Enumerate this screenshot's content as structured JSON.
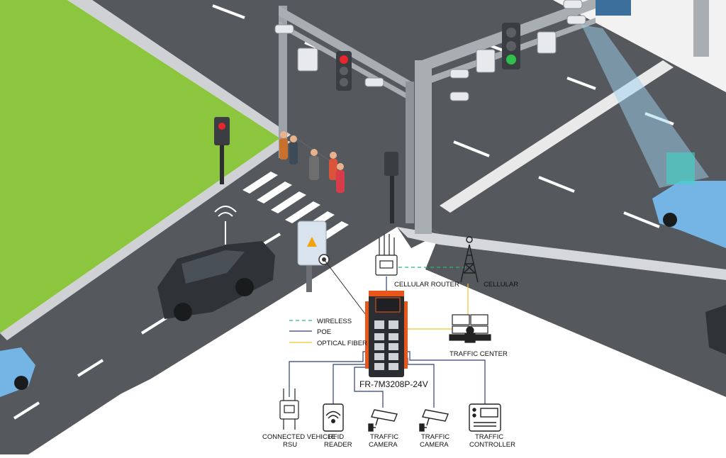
{
  "switch": {
    "model": "FR-7M3208P-24V"
  },
  "nodes": {
    "cellular_router": "CELLULAR ROUTER",
    "cellular": "CELLULAR",
    "traffic_center": "TRAFFIC CENTER",
    "rsu_line1": "CONNECTED VEHICLE",
    "rsu_line2": "RSU",
    "rfid_line1": "RFID",
    "rfid_line2": "READER",
    "camera1_line1": "TRAFFIC",
    "camera1_line2": "CAMERA",
    "camera2_line1": "TRAFFIC",
    "camera2_line2": "CAMERA",
    "controller_line1": "TRAFFIC",
    "controller_line2": "CONTROLLER"
  },
  "legend": [
    {
      "label": "WIRELESS",
      "color": "#2bb673",
      "style": "dashed"
    },
    {
      "label": "POE",
      "color": "#2e3f7a",
      "style": "solid"
    },
    {
      "label": "OPTICAL FIBER",
      "color": "#f2c230",
      "style": "solid"
    }
  ],
  "colors": {
    "grass": "#8cc63f",
    "road": "#55585d",
    "sidewalk": "#dcdde0",
    "lane_mark": "#ffffff",
    "switch_body": "#2b2d30",
    "switch_accent": "#e8561c",
    "signal_red": "#e8262b",
    "signal_green": "#2fbf4a"
  }
}
